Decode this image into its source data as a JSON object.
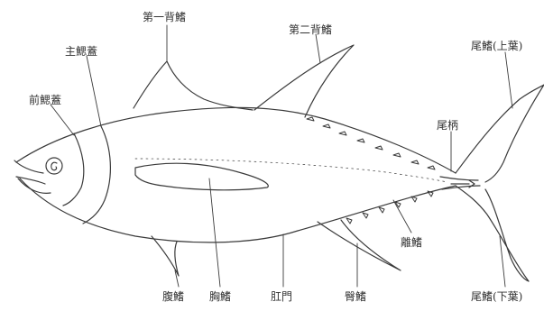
{
  "diagram": {
    "labels": {
      "first_dorsal_fin": "第一背鰭",
      "second_dorsal_fin": "第二背鰭",
      "operculum": "主鰓蓋",
      "preoperculum": "前鰓蓋",
      "finlets": "尾柄",
      "caudal_upper": "尾鰭(上葉)",
      "caudal_lower": "尾鰭(下葉)",
      "pelvic_fin": "腹鰭",
      "pectoral_fin": "胸鰭",
      "anus": "肛門",
      "anal_fin": "臀鰭",
      "ventral_finlets": "離鰭"
    },
    "colors": {
      "line": "#3a3a3a",
      "text": "#333333",
      "background": "#ffffff"
    }
  }
}
